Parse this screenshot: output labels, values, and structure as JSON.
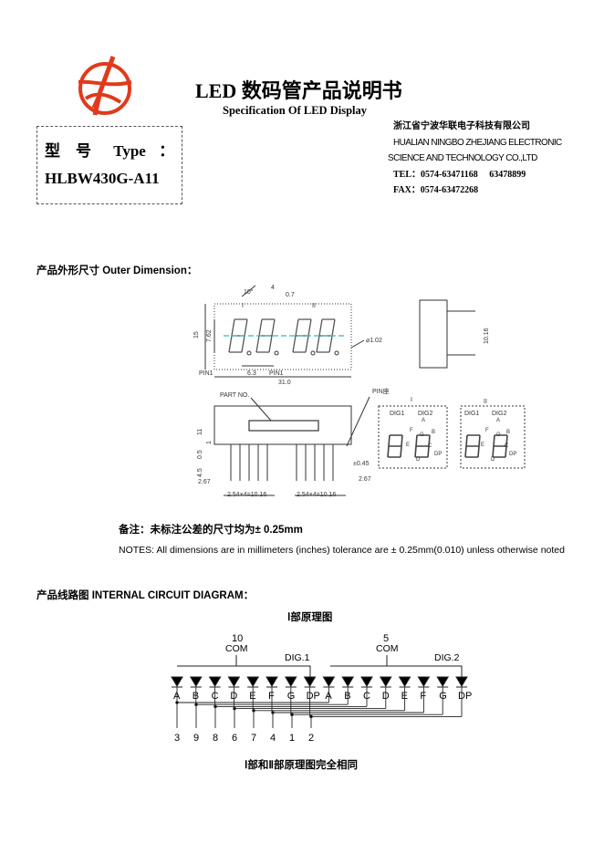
{
  "header": {
    "title": "LED 数码管产品说明书",
    "subtitle": "Specification Of LED Display"
  },
  "type_box": {
    "label_cn": "型　号",
    "label_en": "Type",
    "colon": "：",
    "model": "HLBW430G-A11"
  },
  "company": {
    "name_cn": "浙江省宁波华联电子科技有限公司",
    "name_en_line1": "HUALIAN NINGBO ZHEJIANG ELECTRONIC",
    "name_en_line2": "SCIENCE AND TECHNOLOGY CO.,LTD",
    "tel": "TEL：0574-63471168　 63478899",
    "fax": "FAX：0574-63472268"
  },
  "sections": {
    "outer_dimension": "产品外形尺寸 Outer Dimension：",
    "internal_circuit": "产品线路图 INTERNAL CIRCUIT DIAGRAM："
  },
  "dimension_drawing": {
    "labels": {
      "angle": "10°",
      "d4": "4",
      "d07": "0.7",
      "roman1": "I",
      "roman2": "II",
      "d15": "15",
      "d762": "7.62",
      "dia": "⌀1.02",
      "pin1a": "PIN1",
      "pin1b": "PIN1",
      "d63": "6.3",
      "d310": "31.0",
      "d1016": "10.16",
      "part_no": "PART NO.",
      "pin_seat": "PIN座",
      "d11": "11",
      "d1": "1",
      "d05": "0.5",
      "d45": "4.5",
      "d045": "±0.45",
      "d267a": "2.67",
      "d267b": "2.67",
      "pitch1": "2.54×4=10.16",
      "pitch2": "2.54×4=10.16",
      "dig1": "DIG1",
      "dig2": "DIG2",
      "seg_a": "A",
      "seg_b": "B",
      "seg_c": "C",
      "seg_d": "D",
      "seg_e": "E",
      "seg_f": "F",
      "seg_g": "G",
      "seg_dp": "DP"
    }
  },
  "notes": {
    "cn": "备注：未标注公差的尺寸均为± 0.25mm",
    "en": "NOTES: All dimensions are in millimeters (inches) tolerance are ± 0.25mm(0.010) unless otherwise noted"
  },
  "circuit": {
    "caption_top": "Ⅰ部原理图",
    "caption_bottom": "Ⅰ部和Ⅱ部原理图完全相同",
    "com1_pin": "10",
    "com1_label": "COM",
    "com2_pin": "5",
    "com2_label": "COM",
    "dig1_label": "DIG.1",
    "dig2_label": "DIG.2",
    "segments": [
      "A",
      "B",
      "C",
      "D",
      "E",
      "F",
      "G",
      "DP",
      "A",
      "B",
      "C",
      "D",
      "E",
      "F",
      "G",
      "DP"
    ],
    "bottom_pins": [
      "3",
      "9",
      "8",
      "6",
      "7",
      "4",
      "1",
      "2"
    ]
  },
  "colors": {
    "logo_red": "#e03a1c",
    "line": "#222222"
  }
}
